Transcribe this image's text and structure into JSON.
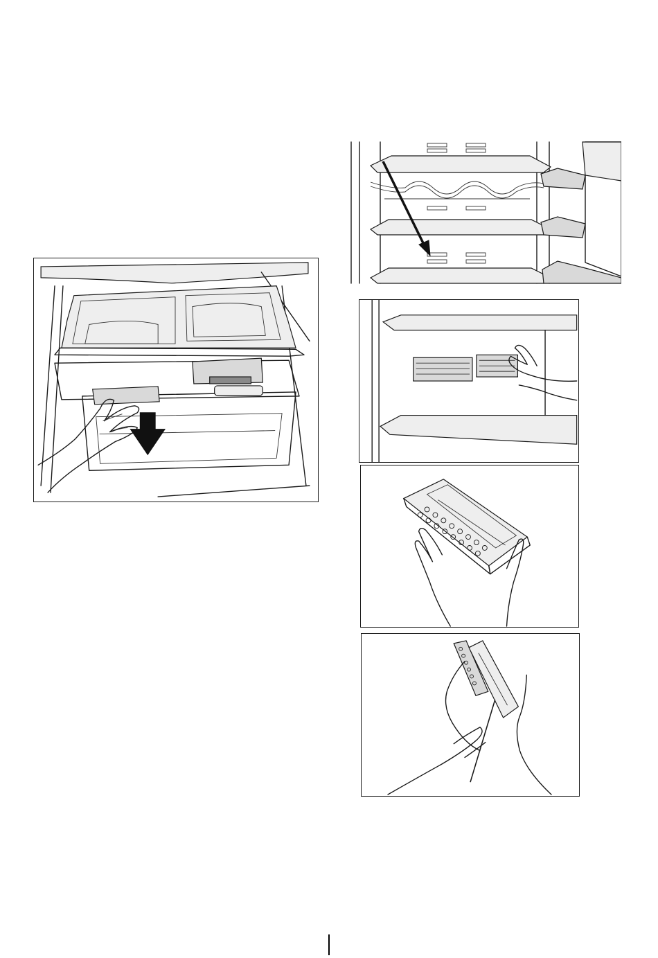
{
  "figures": [
    {
      "icon": "crisper-drawer-removal-illustration"
    },
    {
      "icon": "fridge-shelves-removal-illustration"
    },
    {
      "icon": "odour-filter-removal-illustration"
    },
    {
      "icon": "odour-filter-in-hand-illustration"
    },
    {
      "icon": "odour-filter-opening-illustration"
    }
  ],
  "colors": {
    "line": "#1a1a1a",
    "shade": "#d9d9d9",
    "arrow": "#111111"
  }
}
